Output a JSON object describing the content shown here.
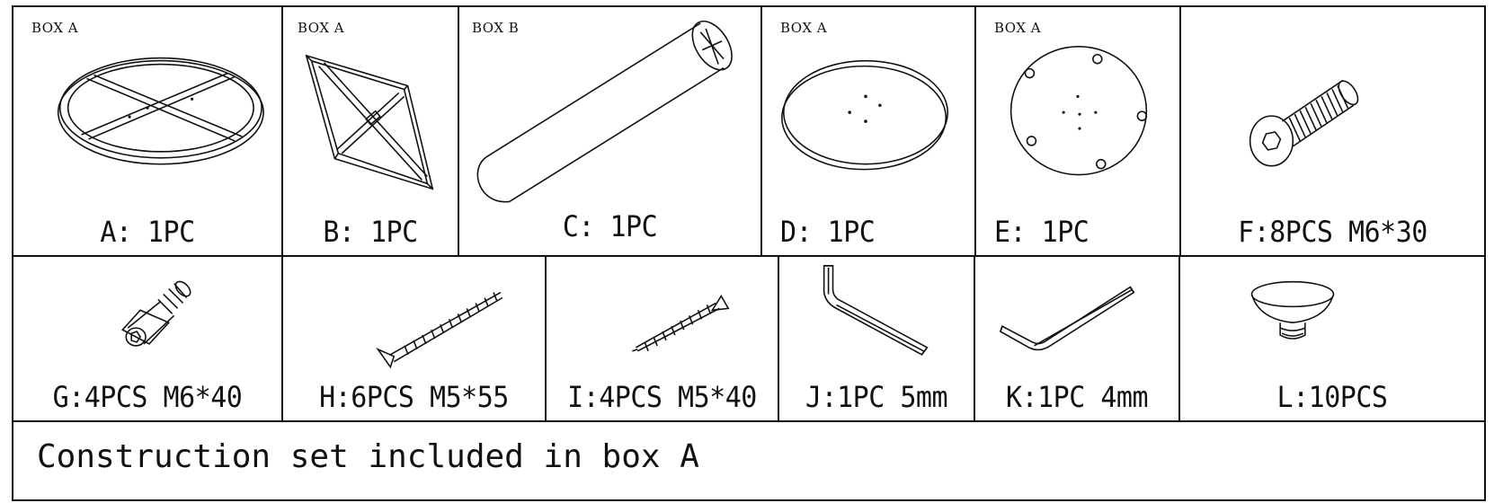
{
  "row1": [
    {
      "box": "BOX A",
      "label": "A: 1PC",
      "icon": "round-frame-icon"
    },
    {
      "box": "BOX A",
      "label": "B: 1PC",
      "icon": "cross-frame-icon"
    },
    {
      "box": "BOX B",
      "label": "C: 1PC",
      "icon": "column-tube-icon"
    },
    {
      "box": "BOX A",
      "label": "D: 1PC",
      "icon": "tabletop-disc-icon"
    },
    {
      "box": "BOX A",
      "label": "E: 1PC",
      "icon": "base-plate-icon"
    },
    {
      "box": "",
      "label": "F:8PCS M6*30",
      "icon": "hex-bolt-icon"
    }
  ],
  "row2": [
    {
      "label": "G:4PCS M6*40",
      "icon": "connector-bolt-icon"
    },
    {
      "label": "H:6PCS M5*55",
      "icon": "long-screw-icon"
    },
    {
      "label": "I:4PCS M5*40",
      "icon": "short-screw-icon"
    },
    {
      "label": "J:1PC 5mm",
      "icon": "allen-key-large-icon"
    },
    {
      "label": "K:1PC 4mm",
      "icon": "allen-key-small-icon"
    },
    {
      "label": "L:10PCS",
      "icon": "leveling-foot-icon"
    }
  ],
  "footer": {
    "caption": "Construction set included in box A"
  }
}
